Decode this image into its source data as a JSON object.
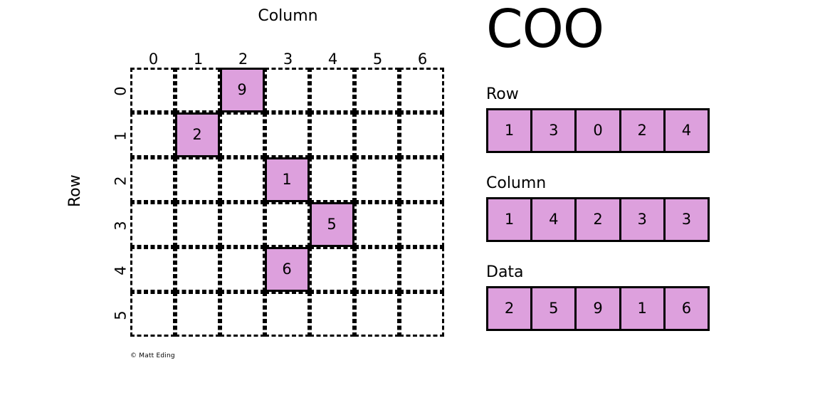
{
  "colors": {
    "cell_fill": "#dda0dd",
    "line": "#000000",
    "background": "#ffffff"
  },
  "matrix": {
    "column_axis_title": "Column",
    "row_axis_title": "Row",
    "column_ticks": [
      "0",
      "1",
      "2",
      "3",
      "4",
      "5",
      "6"
    ],
    "row_ticks": [
      "0",
      "1",
      "2",
      "3",
      "4",
      "5"
    ],
    "n_rows": 6,
    "n_cols": 7,
    "filled_cells": [
      {
        "row": 0,
        "col": 2,
        "value": "9"
      },
      {
        "row": 1,
        "col": 1,
        "value": "2"
      },
      {
        "row": 2,
        "col": 3,
        "value": "1"
      },
      {
        "row": 3,
        "col": 4,
        "value": "5"
      },
      {
        "row": 4,
        "col": 3,
        "value": "6"
      }
    ]
  },
  "credit": "© Matt Eding",
  "coo": {
    "title": "COO",
    "arrays": [
      {
        "label": "Row",
        "values": [
          "1",
          "3",
          "0",
          "2",
          "4"
        ]
      },
      {
        "label": "Column",
        "values": [
          "1",
          "4",
          "2",
          "3",
          "3"
        ]
      },
      {
        "label": "Data",
        "values": [
          "2",
          "5",
          "9",
          "1",
          "6"
        ]
      }
    ]
  },
  "chart_data": {
    "type": "heatmap",
    "title": "COO",
    "xlabel": "Column",
    "ylabel": "Row",
    "xtick_labels": [
      "0",
      "1",
      "2",
      "3",
      "4",
      "5",
      "6"
    ],
    "ytick_labels": [
      "0",
      "1",
      "2",
      "3",
      "4",
      "5"
    ],
    "shape": [
      6,
      7
    ],
    "nonzero_entries": [
      {
        "row": 0,
        "col": 2,
        "value": 9
      },
      {
        "row": 1,
        "col": 1,
        "value": 2
      },
      {
        "row": 2,
        "col": 3,
        "value": 1
      },
      {
        "row": 3,
        "col": 4,
        "value": 5
      },
      {
        "row": 4,
        "col": 3,
        "value": 6
      }
    ],
    "coo_row": [
      1,
      3,
      0,
      2,
      4
    ],
    "coo_column": [
      1,
      4,
      2,
      3,
      3
    ],
    "coo_data": [
      2,
      5,
      9,
      1,
      6
    ],
    "grid": true,
    "legend": "none"
  }
}
